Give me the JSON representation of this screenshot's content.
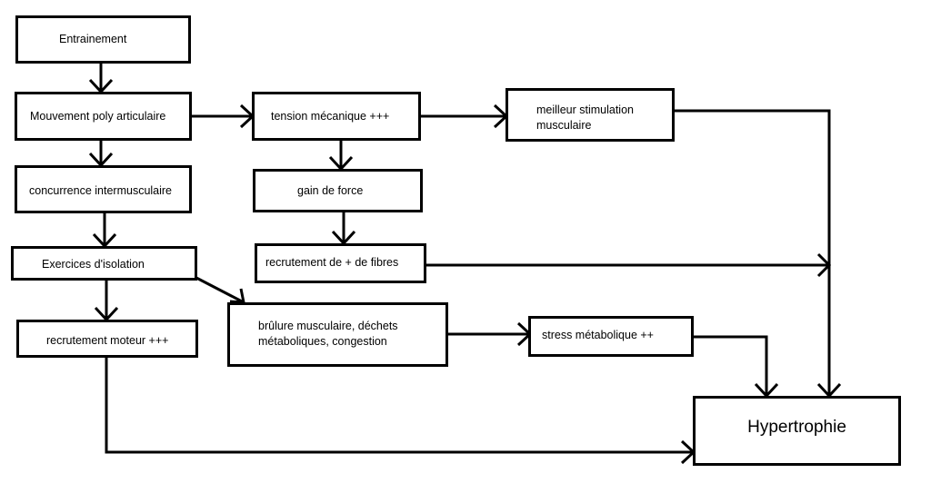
{
  "nodes": {
    "entrainement": "Entrainement",
    "mouvement": "Mouvement poly articulaire",
    "concurrence": "concurrence intermusculaire",
    "isolation": "Exercices d'isolation",
    "recrutement_moteur": "recrutement moteur +++",
    "tension": "tension mécanique +++",
    "gain_force": "gain de force",
    "recrutement_fibres": "recrutement de + de fibres",
    "brulure_line1": "brûlure musculaire, déchets",
    "brulure_line2": "métaboliques, congestion",
    "stimulation_line1": "meilleur stimulation",
    "stimulation_line2": "musculaire",
    "stress": "stress métabolique ++",
    "hypertrophie": "Hypertrophie"
  },
  "colors": {
    "stroke": "#000000",
    "background": "#ffffff"
  }
}
